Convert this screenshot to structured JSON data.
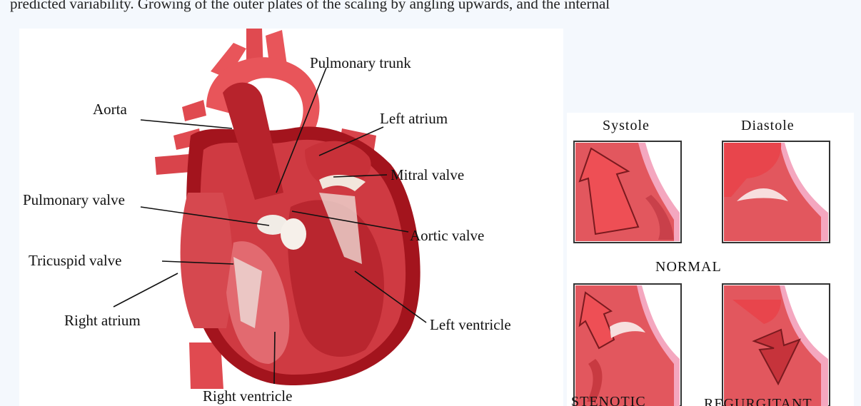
{
  "caption": "predicted variability. Growing of the outer plates of the scaling by angling upwards, and the internal",
  "heart_labels": {
    "pulmonary_trunk": "Pulmonary trunk",
    "aorta": "Aorta",
    "left_atrium": "Left atrium",
    "mitral_valve": "Mitral valve",
    "pulmonary_valve": "Pulmonary valve",
    "aortic_valve": "Aortic valve",
    "tricuspid_valve": "Tricuspid valve",
    "right_atrium": "Right atrium",
    "left_ventricle": "Left ventricle",
    "right_ventricle": "Right ventricle"
  },
  "valve_labels": {
    "systole": "Systole",
    "diastole": "Diastole",
    "normal": "NORMAL",
    "stenotic": "STENOTIC",
    "regurgitant": "REGURGITANT"
  }
}
